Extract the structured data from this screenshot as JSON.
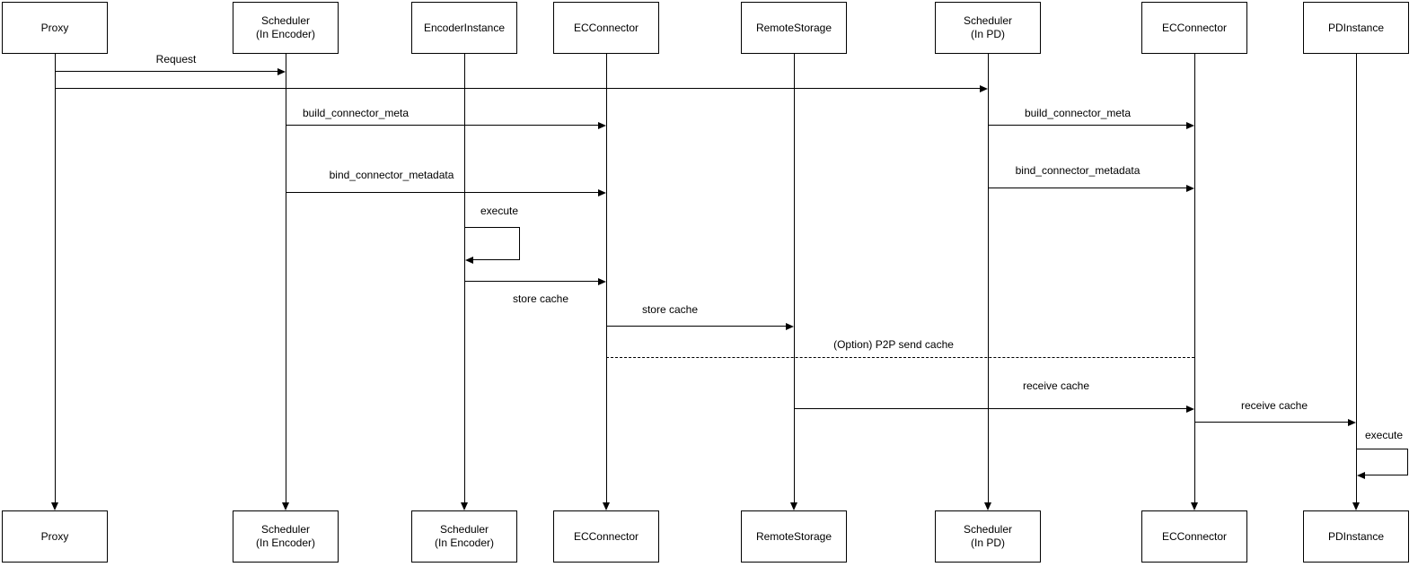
{
  "colors": {
    "line": "#000000",
    "background": "#ffffff",
    "text": "#000000"
  },
  "diagram": {
    "type": "sequence-diagram",
    "actors_top": [
      {
        "line1": "Proxy"
      },
      {
        "line1": "Scheduler",
        "line2": "(In Encoder)"
      },
      {
        "line1": "EncoderInstance"
      },
      {
        "line1": "ECConnector"
      },
      {
        "line1": "RemoteStorage"
      },
      {
        "line1": "Scheduler",
        "line2": "(In PD)"
      },
      {
        "line1": "ECConnector"
      },
      {
        "line1": "PDInstance"
      }
    ],
    "actors_bottom": [
      {
        "line1": "Proxy"
      },
      {
        "line1": "Scheduler",
        "line2": "(In Encoder)"
      },
      {
        "line1": "Scheduler",
        "line2": "(In Encoder)"
      },
      {
        "line1": "ECConnector"
      },
      {
        "line1": "RemoteStorage"
      },
      {
        "line1": "Scheduler",
        "line2": "(In PD)"
      },
      {
        "line1": "ECConnector"
      },
      {
        "line1": "PDInstance"
      }
    ],
    "messages": [
      {
        "label": "Request",
        "from": "Proxy",
        "to": "Scheduler (In Encoder)",
        "line": "solid"
      },
      {
        "label": "",
        "from": "Proxy",
        "to": "Scheduler (In PD)",
        "line": "solid"
      },
      {
        "label": "build_connector_meta",
        "from": "Scheduler (In Encoder)",
        "to": "ECConnector",
        "line": "solid"
      },
      {
        "label": "build_connector_meta",
        "from": "Scheduler (In PD)",
        "to": "ECConnector",
        "line": "solid"
      },
      {
        "label": "bind_connector_metadata",
        "from": "Scheduler (In Encoder)",
        "to": "ECConnector",
        "line": "solid"
      },
      {
        "label": "bind_connector_metadata",
        "from": "Scheduler (In PD)",
        "to": "ECConnector",
        "line": "solid"
      },
      {
        "label": "execute",
        "from": "EncoderInstance",
        "to": "EncoderInstance",
        "line": "self"
      },
      {
        "label": "store cache",
        "from": "EncoderInstance",
        "to": "ECConnector",
        "line": "solid"
      },
      {
        "label": "store cache",
        "from": "ECConnector",
        "to": "RemoteStorage",
        "line": "solid"
      },
      {
        "label": "(Option) P2P send cache",
        "from": "ECConnector",
        "to": "ECConnector",
        "line": "dashed"
      },
      {
        "label": "receive cache",
        "from": "RemoteStorage",
        "to": "ECConnector",
        "line": "solid"
      },
      {
        "label": "receive cache",
        "from": "ECConnector",
        "to": "PDInstance",
        "line": "solid"
      },
      {
        "label": "execute",
        "from": "PDInstance",
        "to": "PDInstance",
        "line": "self"
      }
    ]
  }
}
